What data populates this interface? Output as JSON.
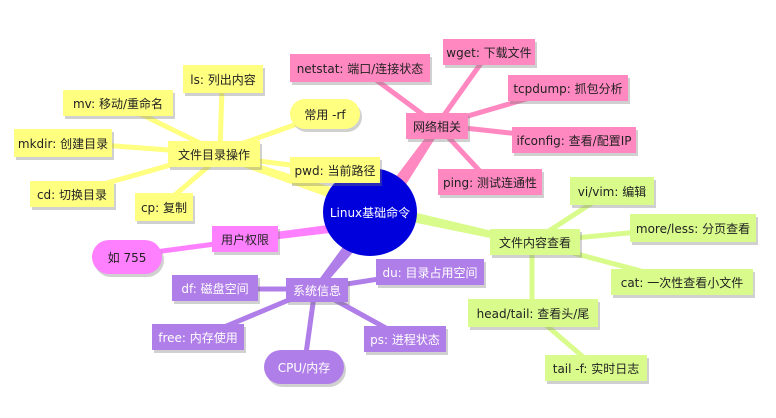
{
  "root": "Linux基础命令",
  "colors": {
    "root": "#0000dd",
    "file_ops": "#ffff80",
    "network": "#ff88c0",
    "content": "#d8fb8c",
    "system": "#b07ee8",
    "permission": "#ff80ff"
  },
  "branches": [
    {
      "name": "文件目录操作",
      "children": [
        "ls: 列出内容",
        "mv: 移动/重命名",
        "mkdir: 创建目录",
        "cd: 切换目录",
        "cp: 复制",
        "常用 -rf",
        "pwd: 当前路径"
      ]
    },
    {
      "name": "网络相关",
      "children": [
        "netstat: 端口/连接状态",
        "wget: 下载文件",
        "tcpdump: 抓包分析",
        "ifconfig: 查看/配置IP",
        "ping: 测试连通性"
      ]
    },
    {
      "name": "文件内容查看",
      "children": [
        "vi/vim: 编辑",
        "more/less: 分页查看",
        "cat: 一次性查看小文件",
        "head/tail: 查看头/尾",
        "tail -f: 实时日志"
      ]
    },
    {
      "name": "系统信息",
      "children": [
        "df: 磁盘空间",
        "du: 目录占用空间",
        "free: 内存使用",
        "ps: 进程状态",
        "CPU/内存"
      ]
    },
    {
      "name": "用户权限",
      "children": [
        "如 755"
      ]
    }
  ]
}
